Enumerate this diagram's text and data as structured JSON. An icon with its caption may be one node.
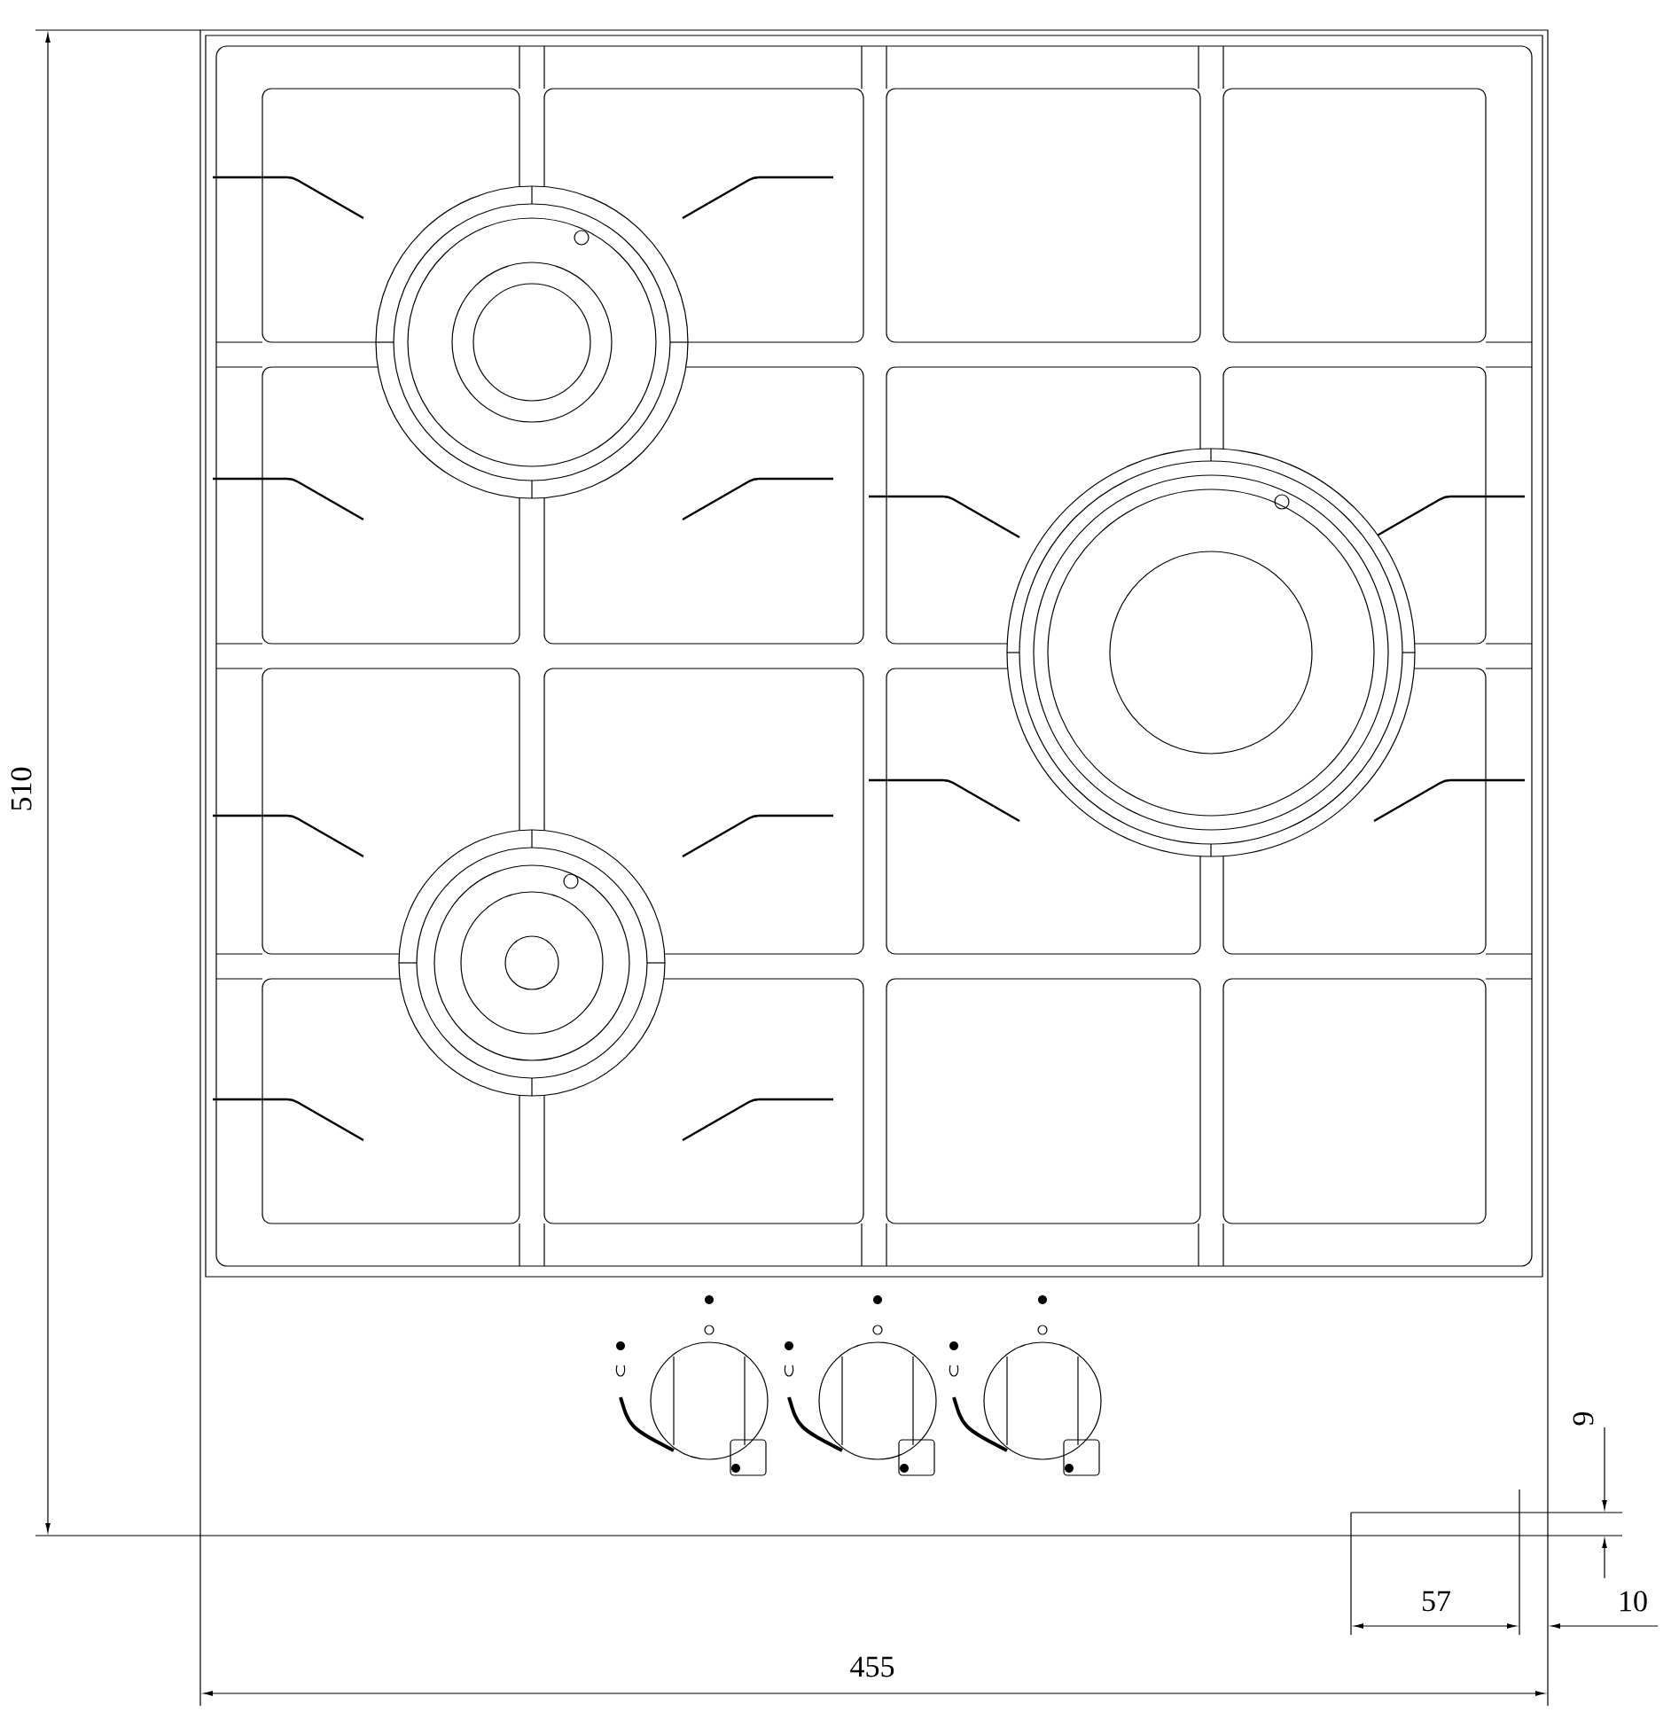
{
  "diagram": {
    "labels": [
      "510",
      "9",
      "57",
      "10",
      "455"
    ]
  }
}
